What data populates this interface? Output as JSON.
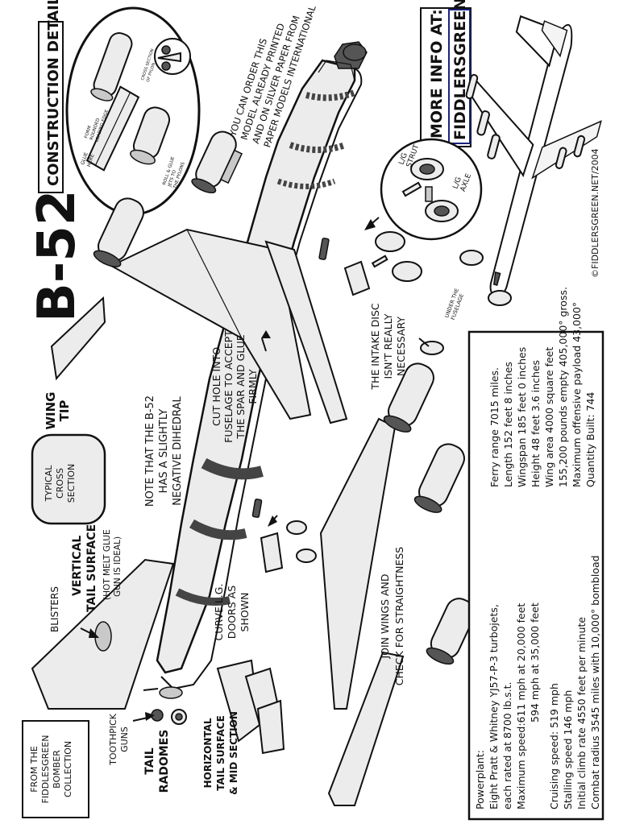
{
  "title": "B-52",
  "construction_heading": "CONSTRUCTION DETAILS",
  "more_info": {
    "line1": "MORE INFO AT:",
    "line2": "FIDDLERSGREEN.NET"
  },
  "order_note": [
    "YOU CAN ORDER THIS",
    "MODEL ALREADY PRINTED",
    "AND ON SILVER PAPER FROM",
    "PAPER MODELS INTERNATIONAL"
  ],
  "copyright": "©FIDDLERSGREEN.NET/2004",
  "collection_box": [
    "FROM THE",
    "FIDDLESGREEN",
    "BOMBER",
    "COLLECTION"
  ],
  "inset_labels": {
    "score_leading_edge": [
      "FORM",
      "ROUNDED",
      "LEADING EDGE"
    ],
    "glue_here": [
      "GLUE",
      "HERE"
    ],
    "roll_glue_jets": [
      "ROLL & GLUE",
      "JETS TO",
      "THE PYLONS"
    ],
    "cross_section": [
      "CROSS SECTION",
      "OF PYLON"
    ]
  },
  "labels": {
    "wing_tip": [
      "WING",
      "TIP"
    ],
    "typical_cross_section": [
      "TYPICAL",
      "CROSS",
      "SECTION"
    ],
    "dihedral_note": [
      "NOTE THAT THE B-52",
      "HAS A SLIGHTLY",
      "NEGATIVE DIHEDRAL"
    ],
    "cut_hole": [
      "CUT HOLE INTO",
      "FUSELAGE TO ACCEPT",
      "THE SPAR AND GLUE",
      "FIRMLY"
    ],
    "intake_disc": [
      "THE INTAKE DISC",
      "ISN'T REALLY",
      "NECESSARY"
    ],
    "lg_strut": [
      "L/G",
      "STRUT"
    ],
    "lg_axle": [
      "L/G",
      "AXLE"
    ],
    "under_fuselage": [
      "UNDER THE",
      "FUSELAGE"
    ],
    "vertical_tail": [
      "VERTICAL",
      "TAIL SURFACE"
    ],
    "hot_melt": [
      "(HOT MELT GLUE",
      "GUN IS IDEAL)"
    ],
    "blisters": "BLISTERS",
    "curve_lg_doors": [
      "CURVE L.G.",
      "DOORS AS",
      "SHOWN"
    ],
    "join_wings": [
      "JOIN WINGS AND",
      "CHECK FOR STRAIGHTNESS"
    ],
    "toothpick_guns": [
      "TOOTHPICK",
      "GUNS"
    ],
    "tail_radomes": [
      "TAIL",
      "RADOMES"
    ],
    "horizontal_tail": [
      "HORIZONTAL",
      "TAIL SURFACE",
      "& MID SECTION"
    ]
  },
  "specs": {
    "left_column": [
      "Powerplant:",
      "Eight Pratt & Whitney YJ57-P-3 turbojets,",
      "each rated at 8700 lb.s.t.",
      "Maximum speed:611 mph at 20,000 feet",
      "594 mph at 35,000 feet",
      "Cruising speed: 519 mph",
      "Stalling speed 146 mph",
      "Initial climb rate 4550 feet per minute",
      "Combat radius 3545 miles with 10,000° bombload"
    ],
    "right_column": [
      "Ferry range 7015 miles.",
      "Length 152 feet 8 inches",
      "Wingspan 185 feet 0 inches",
      "Height 48 feet 3.6 inches",
      "Wing area 4000 square feet",
      "155,200 pounds empty 405,000° gross.",
      "Maximum offensive payload 43,000°",
      "Quantity Built: 744"
    ]
  },
  "colors": {
    "ink": "#111111",
    "paper": "#ffffff",
    "metal": "#ececec",
    "shade": "#555555",
    "link_box": "#1a237e"
  }
}
